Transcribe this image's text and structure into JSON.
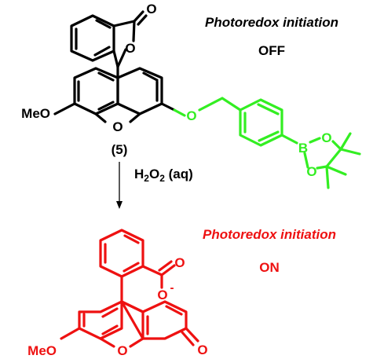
{
  "colors": {
    "black": "#000000",
    "green": "#33ee22",
    "red": "#ee1111"
  },
  "top": {
    "status_title": "Photoredox initiation",
    "status_value": "OFF",
    "compound_label": "(5)",
    "atom_O_lactone_carbonyl": "O",
    "atom_O_lactone_ring": "O",
    "atom_O_xanthene": "O",
    "methoxy_left": "MeO",
    "atom_O_ether": "O",
    "atom_B": "B",
    "atom_O_boronate_upper": "O",
    "atom_O_boronate_lower": "O"
  },
  "reaction": {
    "reagent_main": "H",
    "reagent_sub1": "2",
    "reagent_mid": "O",
    "reagent_sub2": "2",
    "reagent_tail": " (aq)"
  },
  "bottom": {
    "status_title": "Photoredox initiation",
    "status_value": "ON",
    "atom_O_carbonyl": "O",
    "atom_O_carboxylate": "O",
    "charge_minus": "-",
    "atom_O_xanthene": "O",
    "atom_O_ketone": "O",
    "methoxy_left": "MeO"
  }
}
